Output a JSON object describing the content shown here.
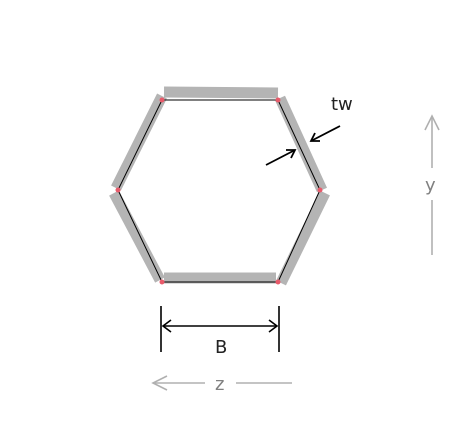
{
  "diagram": {
    "labels": {
      "thickness": "tw",
      "width": "B",
      "y_axis": "y",
      "z_axis": "z"
    },
    "colors": {
      "wall": "#b4b4b4",
      "centerline": "#000000",
      "node": "#e85a6a",
      "arrow": "#000000",
      "axis": "#b0b0b0",
      "axis_label": "#808080",
      "text": "#222222"
    }
  }
}
